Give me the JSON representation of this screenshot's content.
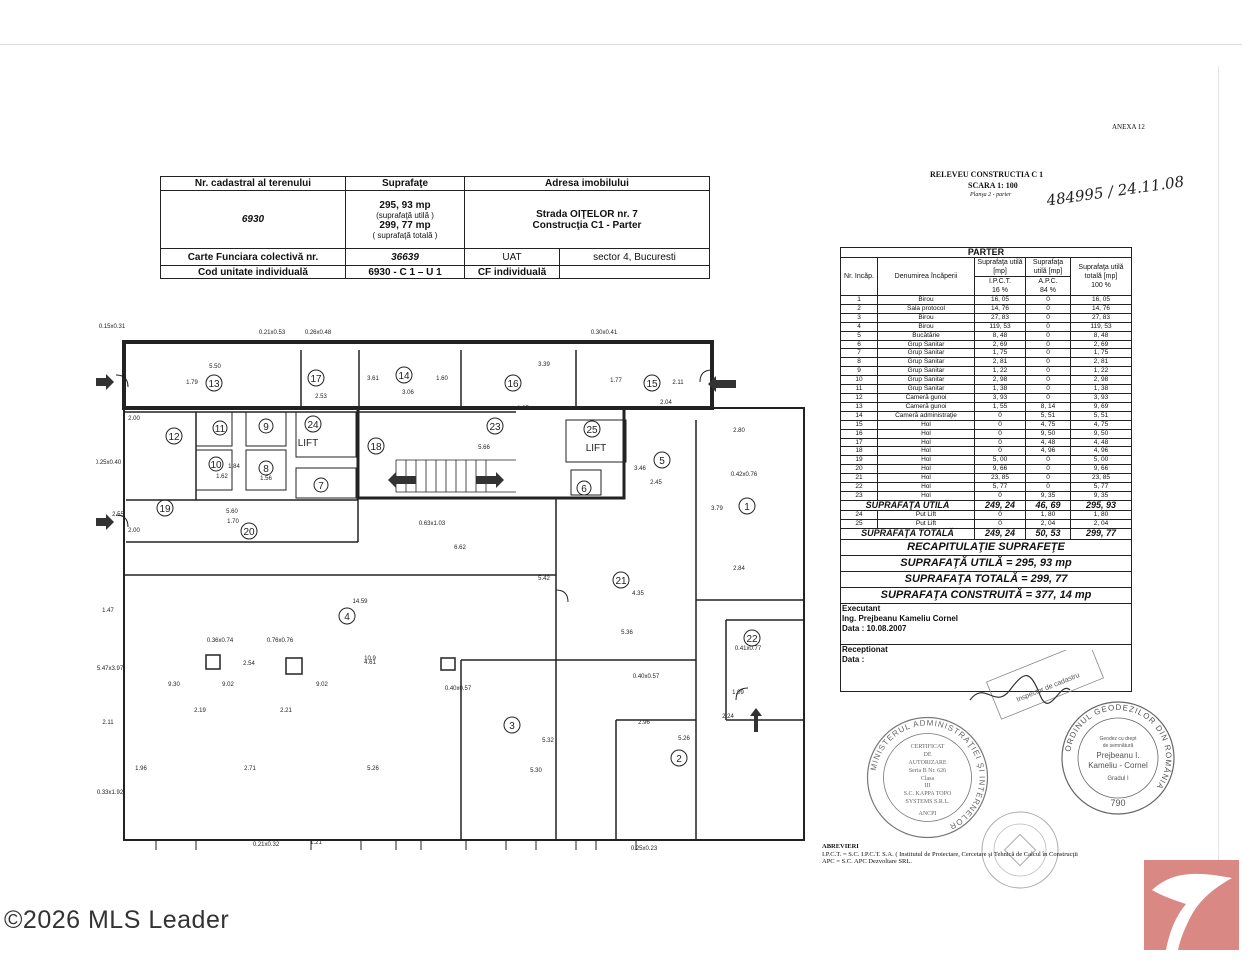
{
  "annex": "ANEXA 12",
  "header_table": {
    "h_cadastral": "Nr. cadastral al terenului",
    "h_surface": "Suprafaţe",
    "h_address": "Adresa imobilului",
    "cadastral_no": "6930",
    "surface_1": "295, 93 mp",
    "surface_1_note": "(suprafaţă utilă )",
    "surface_2": "299, 77 mp",
    "surface_2_note": "( suprafaţă totală )",
    "address_line1": "Strada OIŢELOR  nr. 7",
    "address_line2": "Construcţia C1 - Parter",
    "cf_label": "Carte Funciara colectivă nr.",
    "cf_value": "36639",
    "uat_label": "UAT",
    "uat_value": "sector 4, Bucuresti",
    "unit_label": "Cod unitate individuală",
    "unit_value": "6930 - C 1 – U 1",
    "cf_ind": "CF individuală"
  },
  "survey": {
    "title": "RELEVEU  CONSTRUCTIA  C 1",
    "scale": "SCARA  1: 100",
    "plan": "Planşa 2 - parter",
    "handwritten": "484995 / 24.11.08"
  },
  "parter_table": {
    "title": "PARTER",
    "col_nr": "Nr. Incăp.",
    "col_name": "Denumirea încăperii",
    "col_ipct_top": "Suprafaţa utilă [mp]",
    "col_ipct": "I.P.C.T.",
    "col_ipct_pct": "16 %",
    "col_apc_top": "Suprafaţa utilă [mp]",
    "col_apc": "A.P.C.",
    "col_apc_pct": "84 %",
    "col_total_top": "Suprafaţa utilă totală [mp]",
    "col_total_pct": "100 %",
    "rows": [
      [
        "1",
        "Birou",
        "16, 05",
        "0",
        "16, 05"
      ],
      [
        "2",
        "Sala protocol",
        "14, 76",
        "0",
        "14, 76"
      ],
      [
        "3",
        "Birou",
        "27, 83",
        "0",
        "27, 83"
      ],
      [
        "4",
        "Birou",
        "119, 53",
        "0",
        "119, 53"
      ],
      [
        "5",
        "Bucătărie",
        "8, 48",
        "0",
        "8, 48"
      ],
      [
        "6",
        "Grup Sanitar",
        "2, 69",
        "0",
        "2, 69"
      ],
      [
        "7",
        "Grup Sanitar",
        "1, 75",
        "0",
        "1, 75"
      ],
      [
        "8",
        "Grup Sanitar",
        "2, 81",
        "0",
        "2, 81"
      ],
      [
        "9",
        "Grup Sanitar",
        "1, 22",
        "0",
        "1, 22"
      ],
      [
        "10",
        "Grup Sanitar",
        "2, 98",
        "0",
        "2, 98"
      ],
      [
        "11",
        "Grup Sanitar",
        "1, 38",
        "0",
        "1, 38"
      ],
      [
        "12",
        "Cameră gunoi",
        "3, 93",
        "0",
        "3, 93"
      ],
      [
        "13",
        "Cameră gunoi",
        "1, 55",
        "8, 14",
        "9, 69"
      ],
      [
        "14",
        "Cameră administraţie",
        "0",
        "5, 51",
        "5, 51"
      ],
      [
        "15",
        "Hol",
        "0",
        "4, 75",
        "4, 75"
      ],
      [
        "16",
        "Hol",
        "0",
        "9, 50",
        "9, 50"
      ],
      [
        "17",
        "Hol",
        "0",
        "4, 48",
        "4, 48"
      ],
      [
        "18",
        "Hol",
        "0",
        "4, 96",
        "4, 96"
      ],
      [
        "19",
        "Hol",
        "5, 00",
        "0",
        "5, 00"
      ],
      [
        "20",
        "Hol",
        "9, 66",
        "0",
        "9, 66"
      ],
      [
        "21",
        "Hol",
        "23, 85",
        "0",
        "23, 85"
      ],
      [
        "22",
        "Hol",
        "5, 77",
        "0",
        "5, 77"
      ],
      [
        "23",
        "Hol",
        "0",
        "9, 35",
        "9, 35"
      ]
    ],
    "util_label": "SUPRAFAŢA UTILĂ",
    "util_values": [
      "249, 24",
      "46, 69",
      "295, 93"
    ],
    "lift_rows": [
      [
        "24",
        "Put Lift",
        "0",
        "1, 80",
        "1, 80"
      ],
      [
        "25",
        "Put Lift",
        "0",
        "2, 04",
        "2, 04"
      ]
    ],
    "total_label": "SUPRAFAŢA TOTALĂ",
    "total_values": [
      "249, 24",
      "50, 53",
      "299, 77"
    ],
    "recap_title": "RECAPITULAŢIE  SUPRAFEŢE",
    "recap_util": "SUPRAFAŢĂ UTILĂ = 295, 93 mp",
    "recap_total": "SUPRAFAŢA TOTALĂ = 299, 77",
    "recap_built": "SUPRAFAŢA CONSTRUITĂ = 377, 14 mp",
    "executant_label": "Executant",
    "executant_name": "Ing. Prejbeanu Kameliu Cornel",
    "executant_date": "Data : 10.08.2007",
    "receptionat": "Receptionat",
    "receptionat_date": "Data :"
  },
  "abbreviations": {
    "title": "ABREVIERI",
    "line1": "I.P.C.T. = S.C. I.P.C.T.  S.A.  ( Institutul de Proiectare, Cercetare şi Tehnică de Calcul în Construcţii",
    "line2": "APC = S.C.  APC  Dezvoltare  SRL."
  },
  "stamp_left": {
    "ring": "MINISTERUL ADMINISTRAŢIEI ŞI INTERNELOR",
    "l1": "CERTIFICAT",
    "l2": "DE",
    "l3": "AUTORIZARE",
    "l4": "Seria B Nr. 626",
    "l5": "Clasa",
    "l6": "III",
    "l7": "S.C. KAPPA TOPO",
    "l8": "SYSTEMS S.R.L.",
    "l9": "ANCPI"
  },
  "stamp_right": {
    "ring": "ORDINUL GEODEZILOR DIN ROMÂNIA",
    "l1": "Geodez cu drept",
    "l2": "de semnătură",
    "l3": "Prejbeanu I.",
    "l4": "Kameliu - Cornel",
    "l5": "Gradul I",
    "l6": "790"
  },
  "stamp_signature": "Inspector de cadastru",
  "plan": {
    "rooms": [
      "1",
      "2",
      "3",
      "4",
      "5",
      "6",
      "7",
      "8",
      "9",
      "10",
      "11",
      "12",
      "13",
      "14",
      "15",
      "16",
      "17",
      "18",
      "19",
      "20",
      "21",
      "22",
      "23",
      "24",
      "25"
    ],
    "lift_label": "LIFT",
    "dims": [
      "5.50",
      "1.79",
      "3.39",
      "1.77",
      "2.11",
      "2.53",
      "3.61",
      "3.06",
      "1.60",
      "2.04",
      "1.65",
      "5.66",
      "2.80",
      "14.59",
      "6.62",
      "5.42",
      "4.35",
      "5.36",
      "3.79",
      "2.84",
      "2.45",
      "3.46",
      "5.60",
      "2.00",
      "2.55",
      "1.70",
      "2.54",
      "4.61",
      "10.9",
      "9.30",
      "9.02",
      "1.96",
      "2.71",
      "5.26",
      "5.30",
      "2.96",
      "5.26",
      "2.19",
      "2.21",
      "5.32",
      "1.62",
      "1.84",
      "1.56",
      "0.15x0.31",
      "0.21x0.53",
      "0.26x0.48",
      "0.30x0.41",
      "0.25x0.40",
      "0.42x0.76",
      "0.63x1.03",
      "0.36x0.74",
      "0.76x0.76",
      "0.40x0.57",
      "0.40x0.57",
      "0.41x0.77",
      "0.33x1.92",
      "5.47x3.97",
      "0.21x0.32",
      "0.25x0.23",
      "1.47",
      "2.11",
      "1.21",
      "1.09",
      "2.24"
    ]
  },
  "watermark": "©2026 MLS Leader"
}
